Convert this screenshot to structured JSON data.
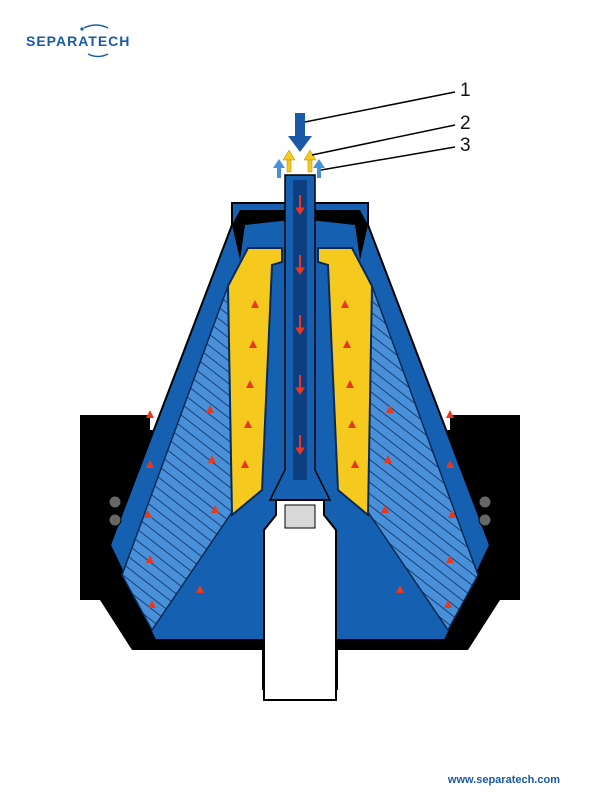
{
  "brand": {
    "name": "SEPARATECH"
  },
  "labels": {
    "one": "1",
    "two": "2",
    "three": "3"
  },
  "footer": {
    "website": "www.separatech.com"
  },
  "colors": {
    "brand_blue": "#1a5aa6",
    "body_blue": "#1560b0",
    "light_blue": "#4a90d9",
    "stack_yellow": "#f5c91d",
    "flow_red": "#e63a1e",
    "outline": "#000000"
  }
}
